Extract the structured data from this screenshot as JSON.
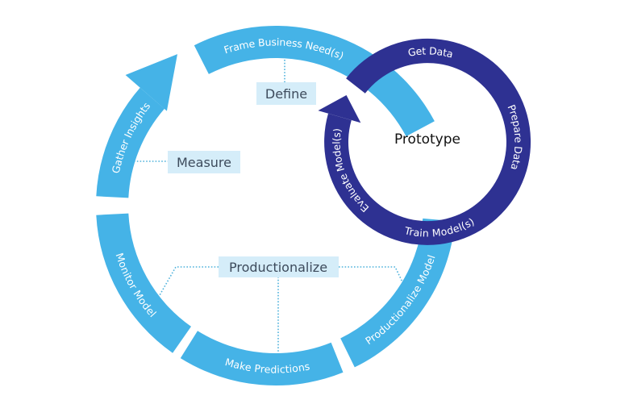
{
  "colors": {
    "outer_cycle": "#45b3e7",
    "prototype_cycle": "#2e3192",
    "phase_box": "#d5edf9",
    "phase_text": "#3d4b5c"
  },
  "outer_cycle": {
    "steps": [
      {
        "label": "Frame Business Need(s)"
      },
      {
        "label": "Gather Insights"
      },
      {
        "label": "Monitor Model"
      },
      {
        "label": "Make Predictions"
      },
      {
        "label": "Productionalize Model"
      }
    ]
  },
  "prototype_cycle": {
    "title": "Prototype",
    "steps": [
      {
        "label": "Get Data"
      },
      {
        "label": "Prepare Data"
      },
      {
        "label": "Train Model(s)"
      },
      {
        "label": "Evaluate Model(s)"
      }
    ]
  },
  "phases": {
    "define": "Define",
    "measure": "Measure",
    "productionalize": "Productionalize"
  }
}
